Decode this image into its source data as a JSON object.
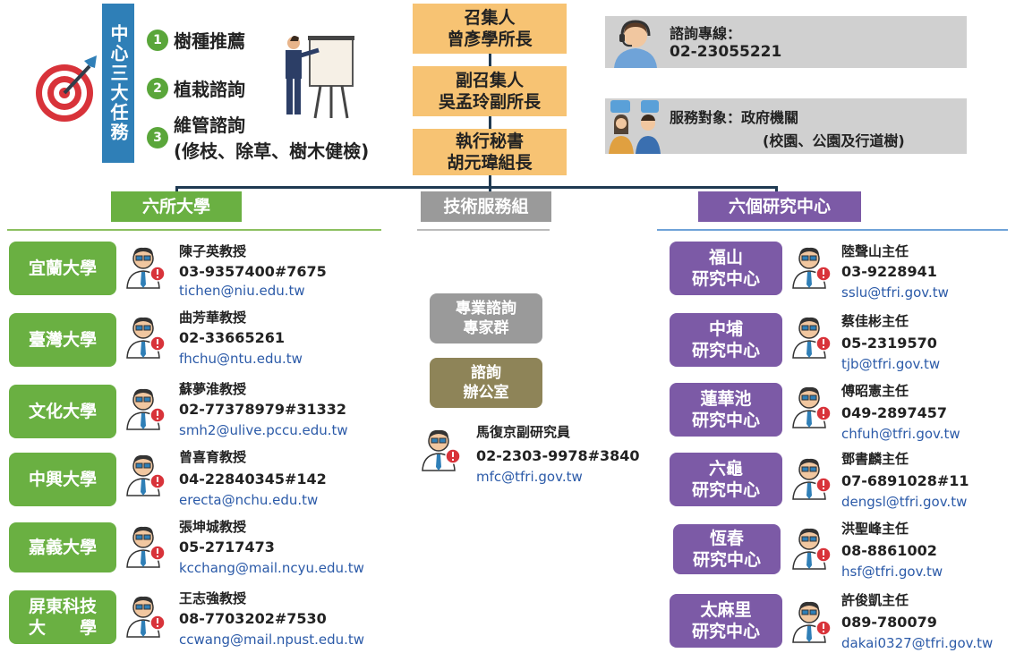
{
  "center_mission": {
    "title": "中心三大任務",
    "tasks": [
      {
        "num": "1",
        "label": "樹種推薦"
      },
      {
        "num": "2",
        "label": "植栽諮詢"
      },
      {
        "num": "3",
        "label": "維管諮詢",
        "sub": "(修枝、除草、樹木健檢)"
      }
    ]
  },
  "leadership": [
    {
      "role": "召集人",
      "name": "曾彥學所長"
    },
    {
      "role": "副召集人",
      "name": "吳孟玲副所長"
    },
    {
      "role": "執行秘書",
      "name": "胡元瑋組長"
    }
  ],
  "hotline": {
    "label": "諮詢專線：",
    "number": "02-23055221"
  },
  "service": {
    "label": "服務對象：政府機關",
    "sub": "(校園、公園及行道樹)"
  },
  "sections": {
    "universities": "六所大學",
    "tech": "技術服務組",
    "centers": "六個研究中心"
  },
  "universities": [
    {
      "name": "宜蘭大學",
      "contact": "陳子英教授",
      "phone": "03-9357400#7675",
      "email": "tichen@niu.edu.tw"
    },
    {
      "name": "臺灣大學",
      "contact": "曲芳華教授",
      "phone": "02-33665261",
      "email": "fhchu@ntu.edu.tw"
    },
    {
      "name": "文化大學",
      "contact": "蘇夢淮教授",
      "phone": "02-77378979#31332",
      "email": "smh2@ulive.pccu.edu.tw"
    },
    {
      "name": "中興大學",
      "contact": "曾喜育教授",
      "phone": "04-22840345#142",
      "email": "erecta@nchu.edu.tw"
    },
    {
      "name": "嘉義大學",
      "contact": "張坤城教授",
      "phone": "05-2717473",
      "email": "kcchang@mail.ncyu.edu.tw"
    },
    {
      "name": "屏東科技",
      "name2": "大　　學",
      "contact": "王志強教授",
      "phone": "08-7703202#7530",
      "email": "ccwang@mail.npust.edu.tw"
    }
  ],
  "tech": {
    "experts": {
      "line1": "專業諮詢",
      "line2": "專家群"
    },
    "office": {
      "line1": "諮詢",
      "line2": "辦公室"
    },
    "contact": {
      "name": "馬復京副研究員",
      "phone": "02-2303-9978#3840",
      "email": "mfc@tfri.gov.tw"
    }
  },
  "centers": [
    {
      "line1": "福山",
      "line2": "研究中心",
      "contact": "陸聲山主任",
      "phone": "03-9228941",
      "email": "sslu@tfri.gov.tw"
    },
    {
      "line1": "中埔",
      "line2": "研究中心",
      "contact": "蔡佳彬主任",
      "phone": "05-2319570",
      "email": "tjb@tfri.gov.tw"
    },
    {
      "line1": "蓮華池",
      "line2": "研究中心",
      "contact": "傅昭憲主任",
      "phone": "049-2897457",
      "email": "chfuh@tfri.gov.tw"
    },
    {
      "line1": "六龜",
      "line2": "研究中心",
      "contact": "鄧書麟主任",
      "phone": "07-6891028#11",
      "email": "dengsl@tfri.gov.tw"
    },
    {
      "line1": "恆春",
      "line2": "研究中心",
      "contact": "洪聖峰主任",
      "phone": "08-8861002",
      "email": "hsf@tfri.gov.tw"
    },
    {
      "line1": "太麻里",
      "line2": "研究中心",
      "contact": "許俊凱主任",
      "phone": "089-780079",
      "email": "dakai0327@tfri.gov.tw"
    }
  ],
  "colors": {
    "green": "#6ab042",
    "purple": "#7c5aa6",
    "orange": "#f7c373",
    "blue": "#2f7fb7",
    "gray": "#9a9a9a",
    "link": "#2b5aa8"
  }
}
